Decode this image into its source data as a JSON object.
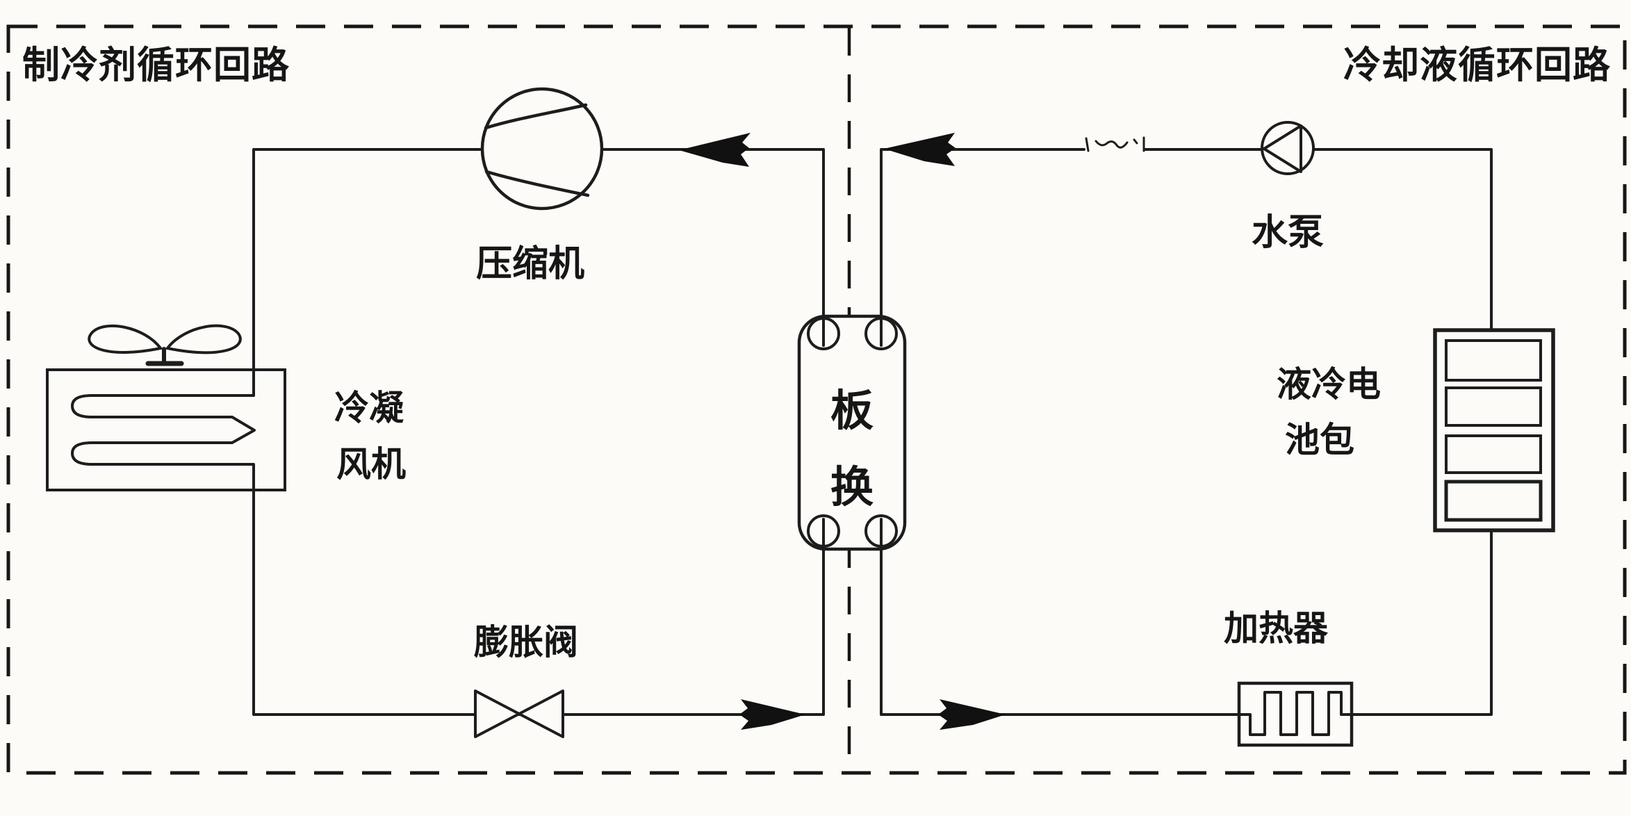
{
  "diagram": {
    "left_loop": {
      "title": "制冷剂循环回路",
      "compressor_label": "压缩机",
      "condenser_fan_label_line1": "冷凝",
      "condenser_fan_label_line2": "风机",
      "expansion_valve_label": "膨胀阀"
    },
    "heat_exchanger": {
      "char1": "板",
      "char2": "换"
    },
    "right_loop": {
      "title": "冷却液循环回路",
      "pump_label": "水泵",
      "battery_label_line1": "液冷电",
      "battery_label_line2": "池包",
      "heater_label": "加热器"
    },
    "colors": {
      "ink": "#1d1d1d",
      "background": "#fcfbf8"
    }
  }
}
